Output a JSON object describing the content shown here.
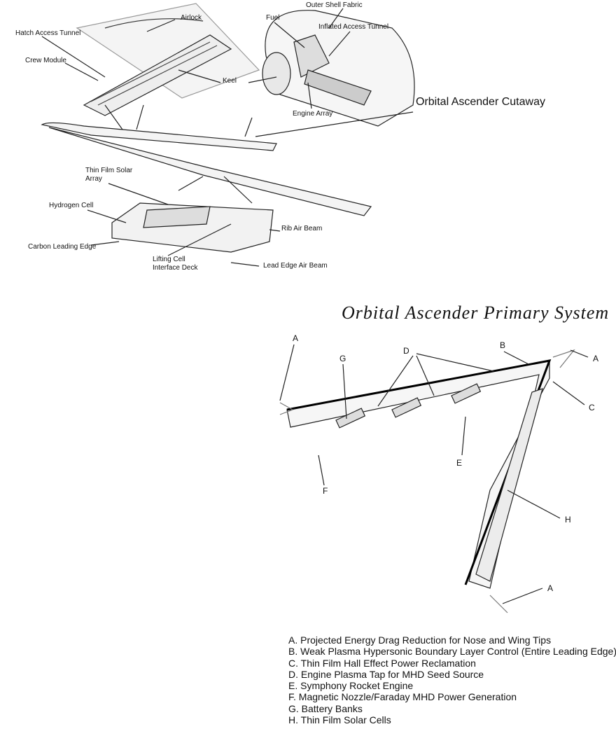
{
  "cutaway": {
    "title": "Orbital Ascender Cutaway",
    "labels": {
      "airlock": "Airlock",
      "hatch_access_tunnel": "Hatch Access Tunnel",
      "crew_module": "Crew Module",
      "keel": "Keel",
      "fuel": "Fuel",
      "outer_shell_fabric": "Outer Shell Fabric",
      "inflated_access_tunnel": "Inflated Access Tunnel",
      "engine_array": "Engine Array",
      "thin_film_solar_array": "Thin Film Solar Array",
      "hydrogen_cell": "Hydrogen Cell",
      "rib_air_beam": "Rib Air Beam",
      "carbon_leading_edge": "Carbon Leading Edge",
      "lifting_cell_interface_deck": "Lifting Cell Interface Deck",
      "lead_edge_air_beam": "Lead Edge Air Beam"
    }
  },
  "primary_system": {
    "title": "Orbital Ascender Primary System",
    "markers": {
      "a1": "A",
      "a2": "A",
      "a3": "A",
      "b": "B",
      "c": "C",
      "d": "D",
      "e": "E",
      "f": "F",
      "g": "G",
      "h": "H"
    },
    "legend": [
      "A. Projected Energy Drag Reduction for Nose and Wing Tips",
      "B. Weak Plasma Hypersonic Boundary Layer Control (Entire Leading Edge)",
      "C. Thin Film Hall Effect Power Reclamation",
      "D. Engine Plasma Tap for MHD Seed Source",
      "E. Symphony Rocket Engine",
      "F. Magnetic Nozzle/Faraday MHD  Power Generation",
      "G. Battery Banks",
      "H. Thin Film Solar Cells"
    ]
  }
}
